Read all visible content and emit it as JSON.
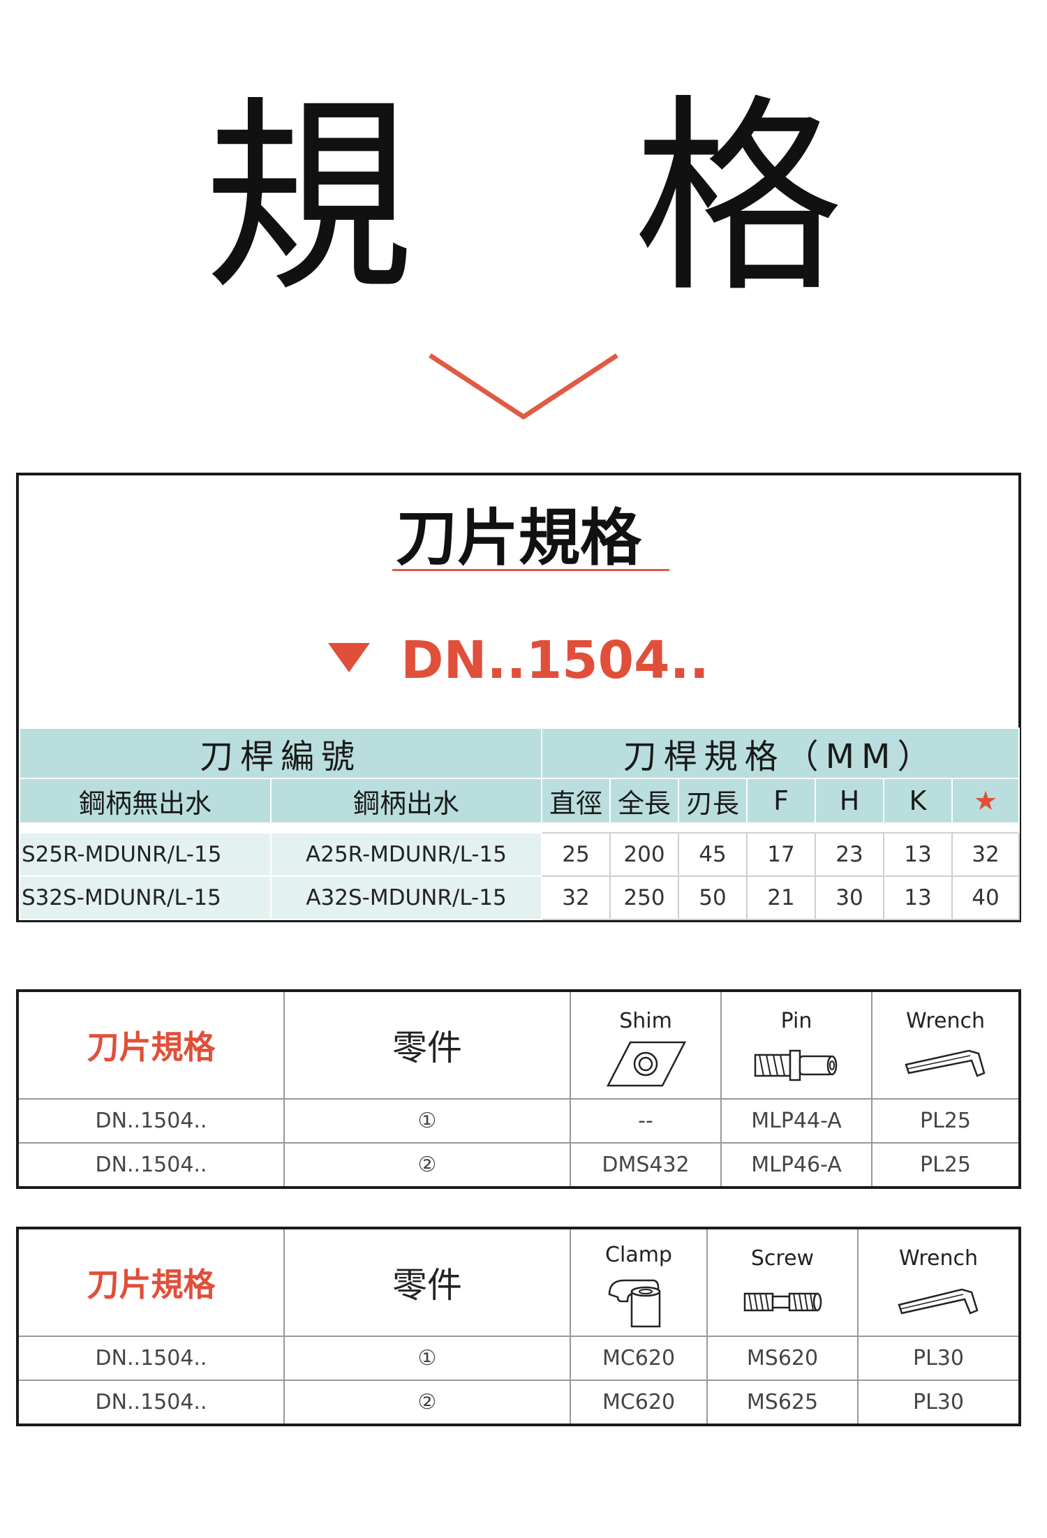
{
  "page": {
    "main_title": "規 格"
  },
  "icons": {
    "chevron": "chevron-down-icon",
    "triangle": "triangle-down-icon"
  },
  "colors": {
    "accent": "#e04f3a",
    "table_header": "#b9dedd",
    "table_cell": "#e3f1f0"
  },
  "section1": {
    "title": "刀片規格",
    "series": "DN..1504..",
    "table": {
      "group_left": "刀桿編號",
      "group_right": "刀桿規格（MM）",
      "columns": [
        "鋼柄無出水",
        "鋼柄出水",
        "直徑",
        "全長",
        "刃長",
        "F",
        "H",
        "K",
        "★"
      ],
      "rows": [
        [
          "S25R-MDUNR/L-15",
          "A25R-MDUNR/L-15",
          "25",
          "200",
          "45",
          "17",
          "23",
          "13",
          "32"
        ],
        [
          "S32S-MDUNR/L-15",
          "A32S-MDUNR/L-15",
          "32",
          "250",
          "50",
          "21",
          "30",
          "13",
          "40"
        ]
      ]
    }
  },
  "parts1": {
    "label": "刀片規格",
    "part_col": "零件",
    "headers": [
      "Shim",
      "Pin",
      "Wrench"
    ],
    "header_icons": [
      "shim-icon",
      "pin-icon",
      "wrench-icon"
    ],
    "rows": [
      [
        "DN..1504..",
        "①",
        "--",
        "MLP44-A",
        "PL25"
      ],
      [
        "DN..1504..",
        "②",
        "DMS432",
        "MLP46-A",
        "PL25"
      ]
    ]
  },
  "parts2": {
    "label": "刀片規格",
    "part_col": "零件",
    "headers": [
      "Clamp",
      "Screw",
      "Wrench"
    ],
    "header_icons": [
      "clamp-icon",
      "screw-icon",
      "wrench-icon"
    ],
    "rows": [
      [
        "DN..1504..",
        "①",
        "MC620",
        "MS620",
        "PL30"
      ],
      [
        "DN..1504..",
        "②",
        "MC620",
        "MS625",
        "PL30"
      ]
    ]
  }
}
